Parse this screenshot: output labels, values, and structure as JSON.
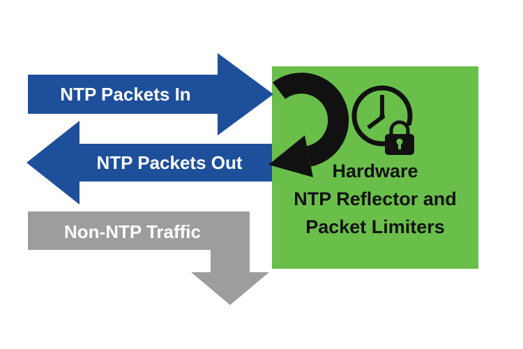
{
  "diagram": {
    "type": "flow-diagram",
    "colors": {
      "arrow_blue": "#1d4f9b",
      "arrow_gray": "#9d9d9d",
      "box_green": "#6abf4b",
      "icon_black": "#111111",
      "label_white": "#ffffff"
    },
    "arrows": {
      "in": {
        "label": "NTP Packets In",
        "direction": "right"
      },
      "out": {
        "label": "NTP Packets Out",
        "direction": "left"
      },
      "non_ntp": {
        "label": "Non-NTP Traffic",
        "direction": "right-then-down"
      }
    },
    "box": {
      "lines": [
        "Hardware",
        "NTP Reflector and",
        "Packet Limiters"
      ]
    },
    "icons": {
      "reflect": "u-turn-arrow-icon",
      "clock": "clock-lock-icon"
    }
  }
}
